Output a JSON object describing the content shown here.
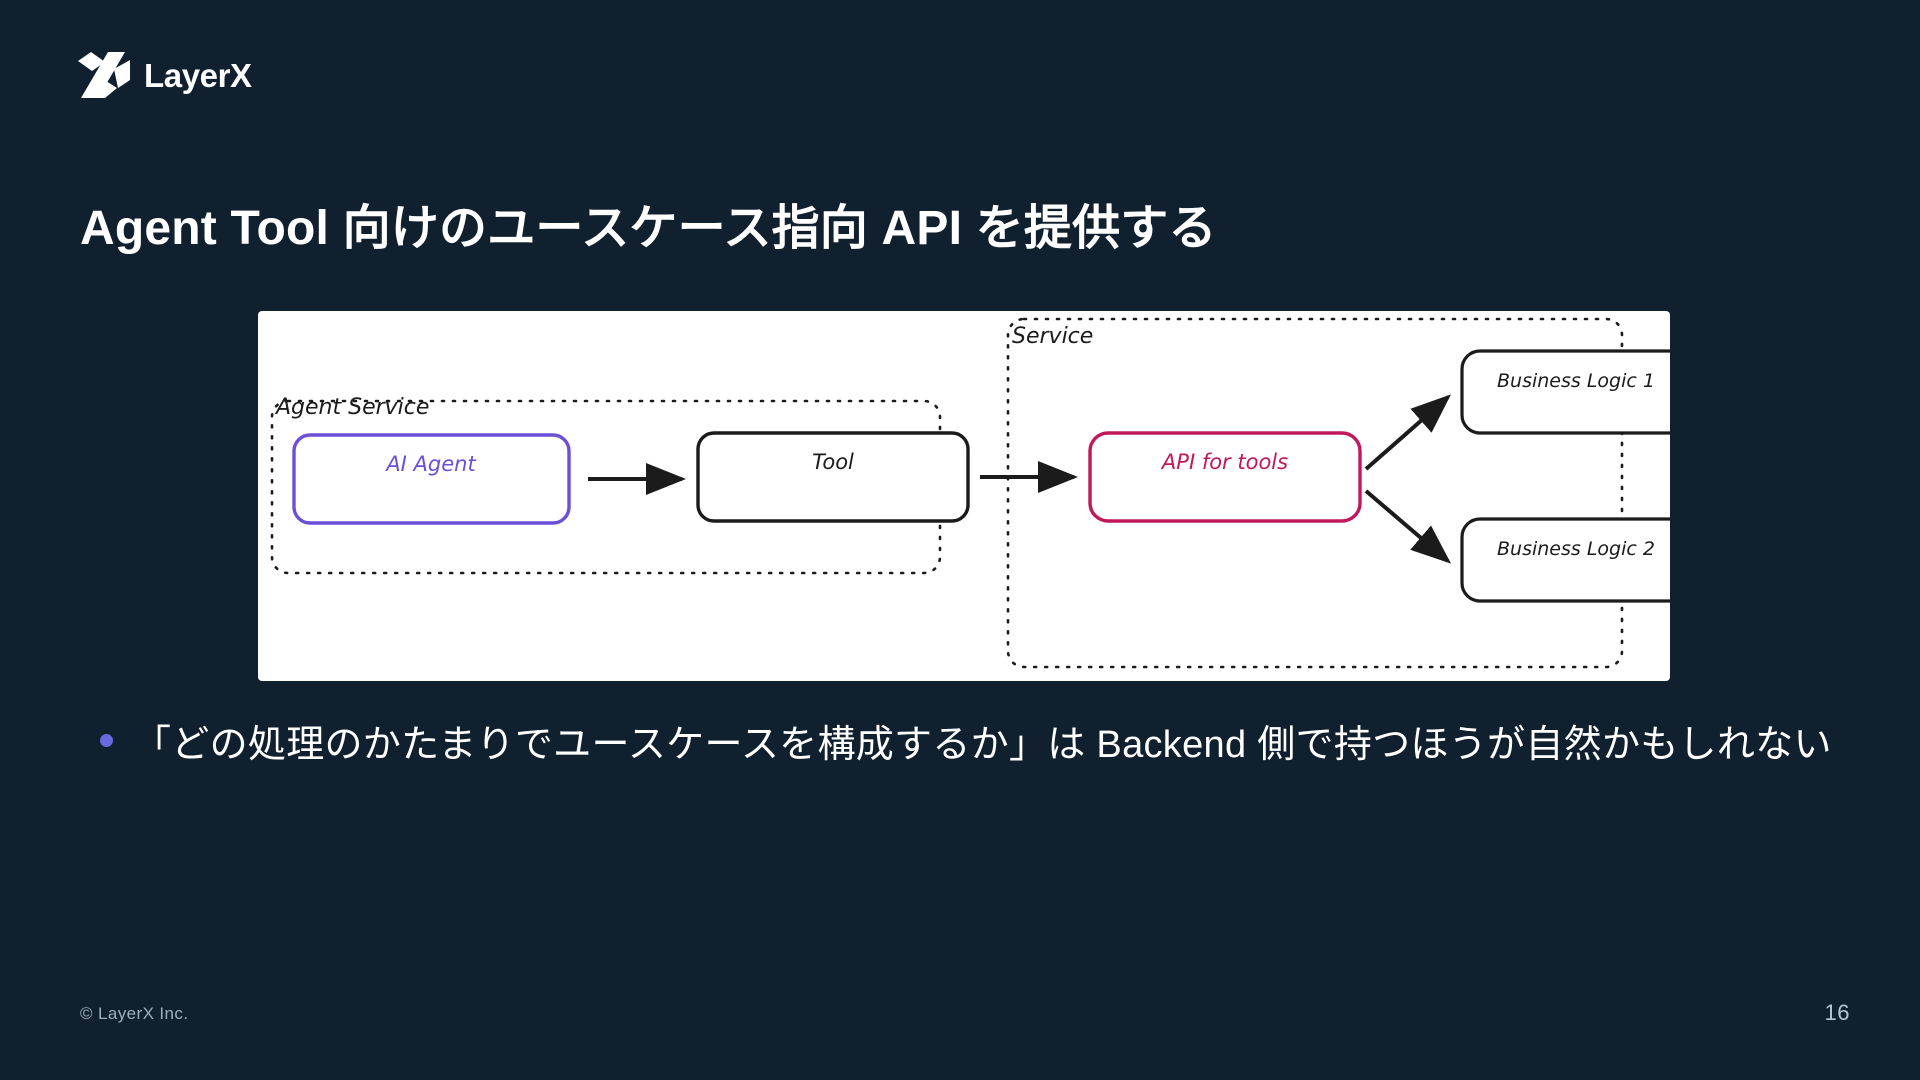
{
  "slide": {
    "background_color": "#10202e",
    "page_number": "16",
    "footer_copyright": "© LayerX Inc.",
    "title": "Agent Tool 向けのユースケース指向 API を提供する"
  },
  "brand": {
    "logo_icon": "layerx-x-mark-icon",
    "name": "LayerX",
    "color": "#ffffff"
  },
  "diagram": {
    "background_color": "#ffffff",
    "groups": [
      {
        "id": "agent-service",
        "label": "Agent Service",
        "style": "dashed",
        "color": "#1b1b1b"
      },
      {
        "id": "service",
        "label": "Service",
        "style": "dashed",
        "color": "#1b1b1b"
      }
    ],
    "nodes": [
      {
        "id": "ai-agent",
        "label": "AI Agent",
        "border_color": "#6b4fd8",
        "text_color": "#6b4fd8"
      },
      {
        "id": "tool",
        "label": "Tool",
        "border_color": "#1b1b1b",
        "text_color": "#1b1b1b"
      },
      {
        "id": "api-for-tools",
        "label": "API for tools",
        "border_color": "#c2185b",
        "text_color": "#c2185b"
      },
      {
        "id": "business-logic-1",
        "label": "Business Logic 1",
        "border_color": "#1b1b1b",
        "text_color": "#1b1b1b"
      },
      {
        "id": "business-logic-2",
        "label": "Business Logic 2",
        "border_color": "#1b1b1b",
        "text_color": "#1b1b1b"
      }
    ],
    "edges": [
      {
        "from": "ai-agent",
        "to": "tool"
      },
      {
        "from": "tool",
        "to": "api-for-tools"
      },
      {
        "from": "api-for-tools",
        "to": "business-logic-1"
      },
      {
        "from": "api-for-tools",
        "to": "business-logic-2"
      }
    ]
  },
  "bullets": [
    {
      "marker_color": "#6a6adf",
      "text": "「どの処理のかたまりでユースケースを構成するか」は Backend 側で持つほうが自然かもしれない"
    }
  ]
}
